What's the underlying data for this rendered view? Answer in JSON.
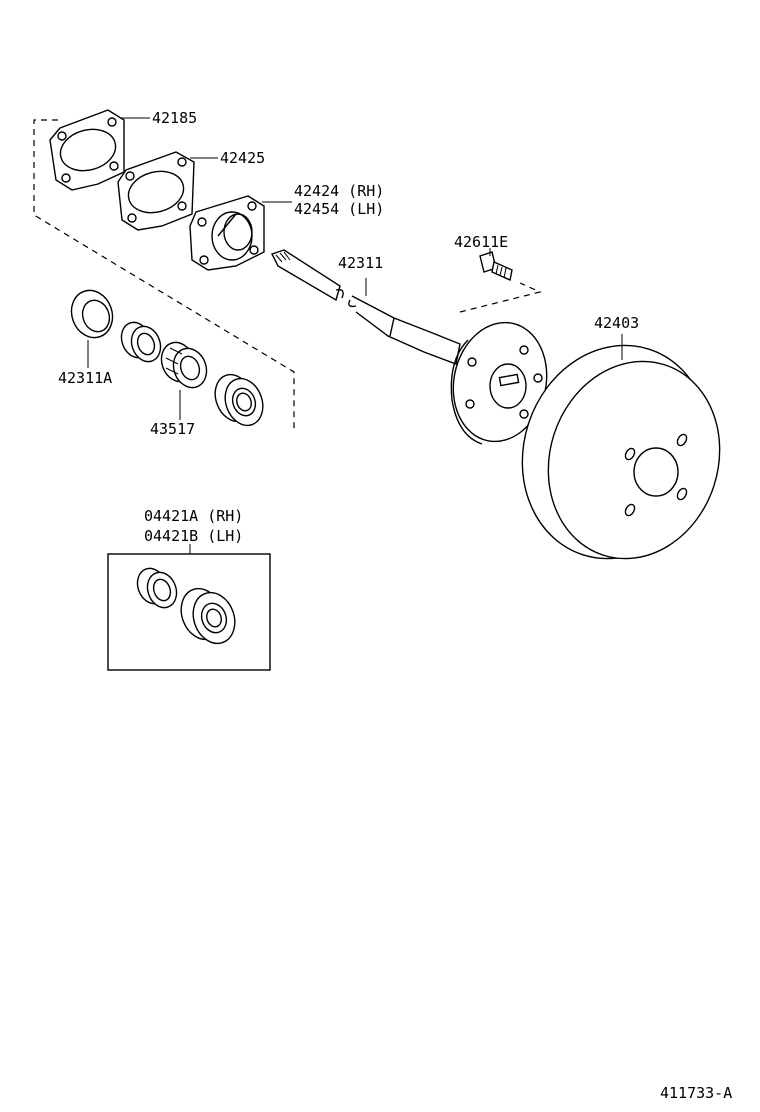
{
  "labels": {
    "p42185": "42185",
    "p42425": "42425",
    "p42424": "42424 (RH)",
    "p42454": "42454 (LH)",
    "p42311": "42311",
    "p42611E": "42611E",
    "p42403": "42403",
    "p42311A": "42311A",
    "p43517": "43517",
    "p04421A": "04421A (RH)",
    "p04421B": "04421B (LH)",
    "figure_code": "411733-A"
  }
}
